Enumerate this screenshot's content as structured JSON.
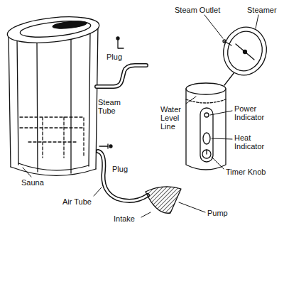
{
  "diagram": {
    "labels": [
      "Plug",
      "Steam Outlet",
      "Steamer",
      "Steam Tube",
      "Water Level Line",
      "Power Indicator",
      "Heat Indicator",
      "Timer Knob",
      "Plug",
      "Sauna",
      "Air Tube",
      "Pump",
      "Intake"
    ]
  }
}
